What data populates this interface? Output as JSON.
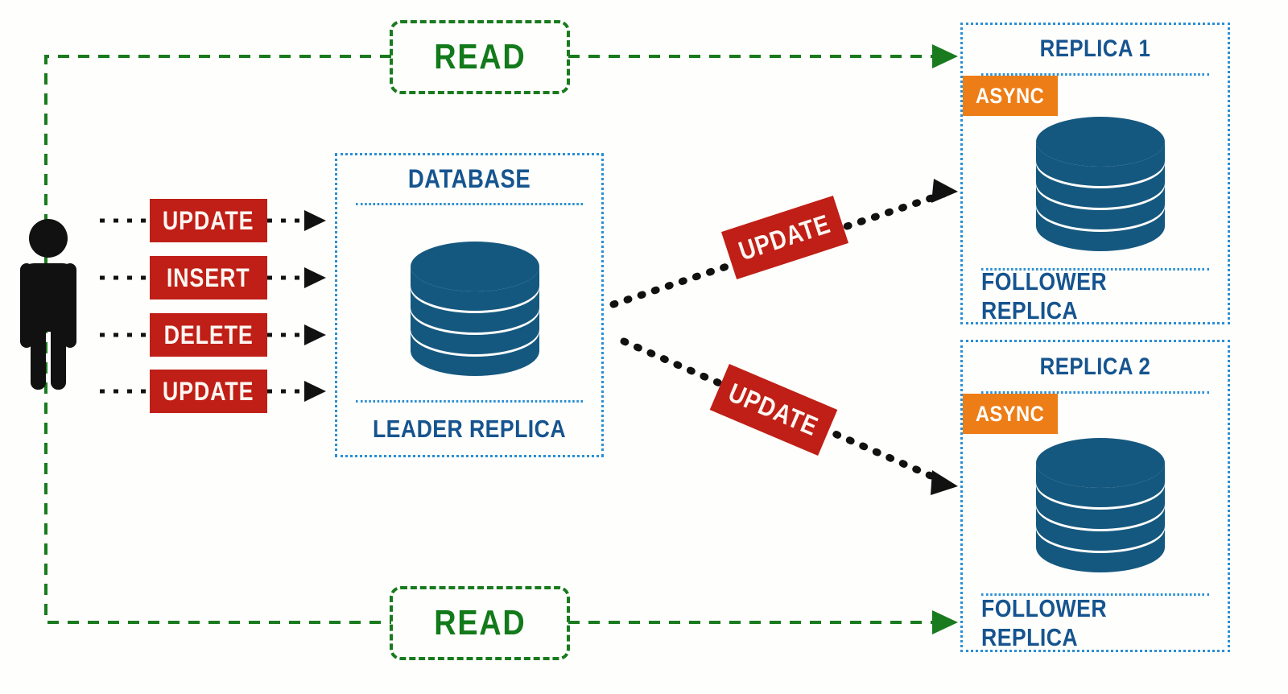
{
  "diagram": {
    "title": "Database Leader-Follower Replication",
    "background_color": "#fefefc",
    "colors": {
      "blue_border": "#2b8fd4",
      "blue_text": "#16548f",
      "cylinder_blue": "#15587f",
      "red": "#bf1f16",
      "orange": "#ed7d16",
      "green": "#1a7a1e",
      "black": "#111111"
    }
  },
  "actor": {
    "icon": "person-icon",
    "label": ""
  },
  "operations": [
    {
      "label": "UPDATE"
    },
    {
      "label": "INSERT"
    },
    {
      "label": "DELETE"
    },
    {
      "label": "UPDATE"
    }
  ],
  "leader": {
    "header": "DATABASE",
    "footer": "LEADER REPLICA",
    "icon": "database-cylinder-icon"
  },
  "replication_tags": [
    {
      "label": "UPDATE",
      "target": "REPLICA 1"
    },
    {
      "label": "UPDATE",
      "target": "REPLICA 2"
    }
  ],
  "replicas": [
    {
      "header": "REPLICA 1",
      "badge": "ASYNC",
      "footer": "FOLLOWER REPLICA",
      "icon": "database-cylinder-icon"
    },
    {
      "header": "REPLICA 2",
      "badge": "ASYNC",
      "footer": "FOLLOWER REPLICA",
      "icon": "database-cylinder-icon"
    }
  ],
  "read_paths": [
    {
      "label": "READ",
      "target": "REPLICA 1"
    },
    {
      "label": "READ",
      "target": "REPLICA 2"
    }
  ]
}
